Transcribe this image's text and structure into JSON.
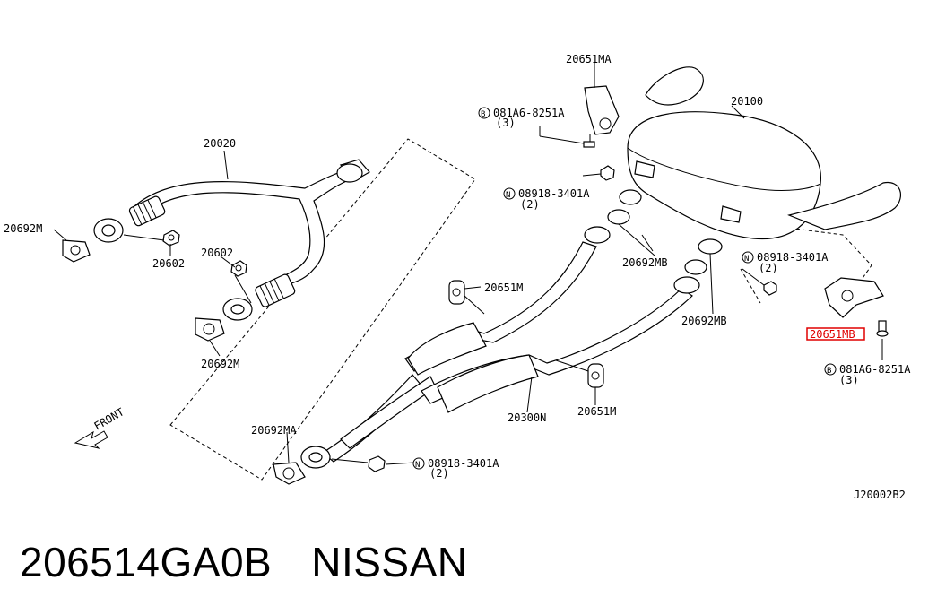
{
  "callouts": {
    "c1": "20651MA",
    "c2": "20100",
    "c3": "081A6-8251A",
    "c3q": "(3)",
    "c4": "20020",
    "c5": "08918-3401A",
    "c5q": "(2)",
    "c6": "20692M",
    "c7": "20602",
    "c8": "20602",
    "c9": "20692MB",
    "c10": "08918-3401A",
    "c10q": "(2)",
    "c11": "20651M",
    "c12": "20692MB",
    "c13": "20651MB",
    "c14": "081A6-8251A",
    "c14q": "(3)",
    "c15": "20692M",
    "c16": "20300N",
    "c17": "20651M",
    "c18": "20692MA",
    "c19": "08918-3401A",
    "c19q": "(2)",
    "front": "FRONT",
    "ref": "J20002B2",
    "prefix_b": "B",
    "prefix_n": "N"
  },
  "highlight_color": "#e00000",
  "caption": {
    "part_number": "206514GA0B",
    "brand": "NISSAN"
  }
}
